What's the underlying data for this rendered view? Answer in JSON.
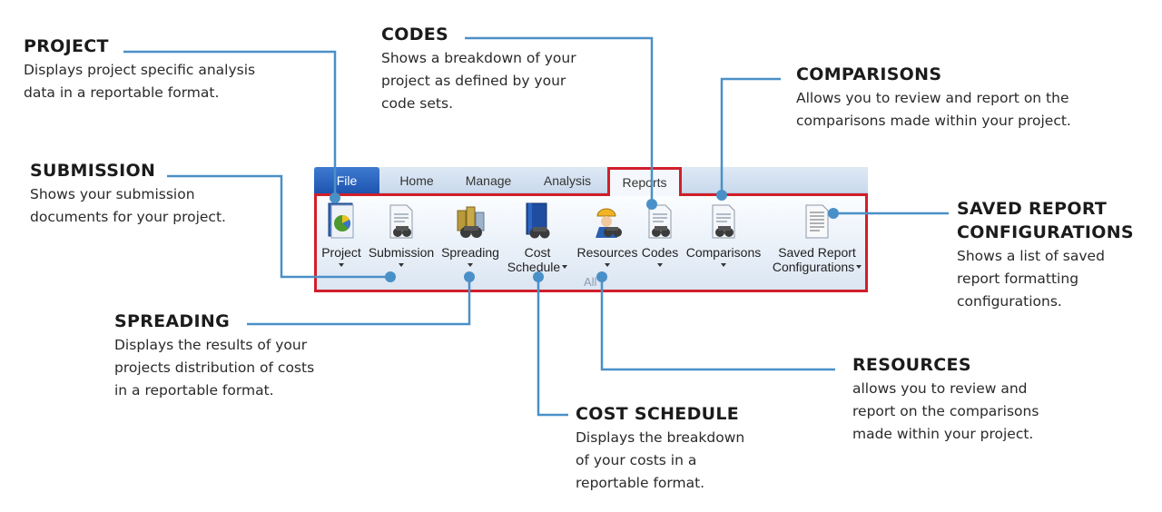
{
  "ribbon": {
    "tabs": [
      {
        "label": "File"
      },
      {
        "label": "Home"
      },
      {
        "label": "Manage"
      },
      {
        "label": "Analysis"
      },
      {
        "label": "Reports"
      }
    ],
    "active_tab": "Reports",
    "group_label": "All",
    "buttons": [
      {
        "name": "project",
        "label1": "Project",
        "label2": "",
        "icon": "report-chart-icon"
      },
      {
        "name": "submission",
        "label1": "Submission",
        "label2": "",
        "icon": "document-binoculars-icon"
      },
      {
        "name": "spreading",
        "label1": "Spreading",
        "label2": "",
        "icon": "coins-binoculars-icon"
      },
      {
        "name": "cost-schedule",
        "label1": "Cost",
        "label2": "Schedule",
        "icon": "book-binoculars-icon"
      },
      {
        "name": "resources",
        "label1": "Resources",
        "label2": "",
        "icon": "worker-binoculars-icon"
      },
      {
        "name": "codes",
        "label1": "Codes",
        "label2": "",
        "icon": "document-binoculars-icon"
      },
      {
        "name": "comparisons",
        "label1": "Comparisons",
        "label2": "",
        "icon": "document-binoculars-icon"
      },
      {
        "name": "saved-report",
        "label1": "Saved Report",
        "label2": "Configurations",
        "icon": "text-document-icon"
      }
    ]
  },
  "callouts": {
    "project": {
      "title": "PROJECT",
      "desc": "Displays project specific analysis\ndata in a reportable format."
    },
    "codes": {
      "title": "CODES",
      "desc": "Shows a breakdown of your\nproject as defined by your\ncode sets."
    },
    "comparisons": {
      "title": "COMPARISONS",
      "desc": "Allows you to review and report on the\ncomparisons made within your project."
    },
    "submission": {
      "title": "SUBMISSION",
      "desc": "Shows your submission\ndocuments for your project."
    },
    "saved": {
      "title": "SAVED REPORT\nCONFIGURATIONS",
      "desc": "Shows a list of saved\nreport formatting\nconfigurations."
    },
    "spreading": {
      "title": "SPREADING",
      "desc": "Displays the results of your\nprojects distribution of costs\nin a reportable format."
    },
    "resources": {
      "title": "RESOURCES",
      "desc": "allows you to review and\nreport on the comparisons\nmade within your project."
    },
    "cost_schedule": {
      "title": "COST SCHEDULE",
      "desc": "Displays the breakdown\nof your costs in a\nreportable format."
    }
  },
  "colors": {
    "leader": "#4a90c8",
    "highlight": "#d01f2a",
    "file_tab": "#1d54b0"
  }
}
